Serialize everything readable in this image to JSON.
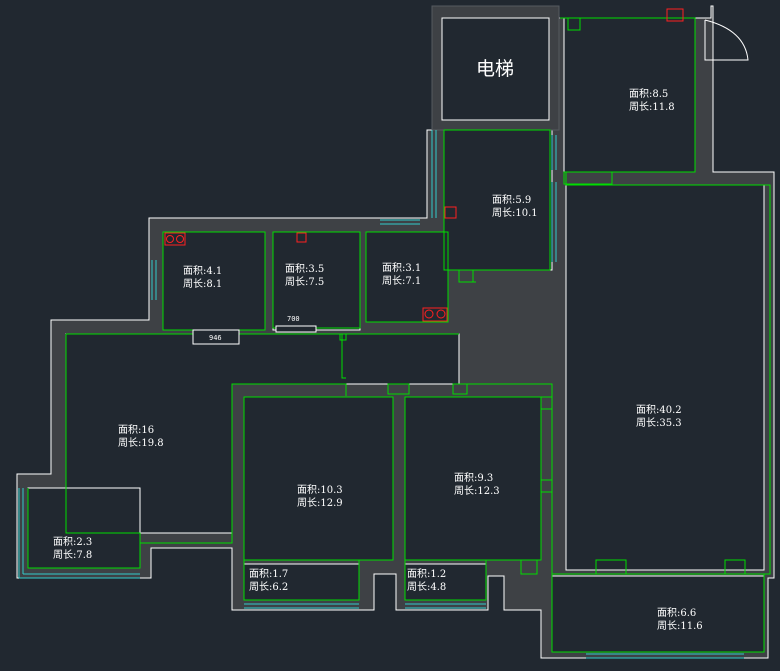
{
  "elevator_label": "电梯",
  "rooms": [
    {
      "id": "r1",
      "area": "面积:8.5",
      "perimeter": "周长:11.8"
    },
    {
      "id": "r2",
      "area": "面积:5.9",
      "perimeter": "周长:10.1"
    },
    {
      "id": "r3",
      "area": "面积:4.1",
      "perimeter": "周长:8.1"
    },
    {
      "id": "r4",
      "area": "面积:3.5",
      "perimeter": "周长:7.5"
    },
    {
      "id": "r5",
      "area": "面积:3.1",
      "perimeter": "周长:7.1"
    },
    {
      "id": "r6",
      "area": "面积:16",
      "perimeter": "周长:19.8"
    },
    {
      "id": "r7",
      "area": "面积:10.3",
      "perimeter": "周长:12.9"
    },
    {
      "id": "r8",
      "area": "面积:9.3",
      "perimeter": "周长:12.3"
    },
    {
      "id": "r9",
      "area": "面积:40.2",
      "perimeter": "周长:35.3"
    },
    {
      "id": "r10",
      "area": "面积:2.3",
      "perimeter": "周长:7.8"
    },
    {
      "id": "r11",
      "area": "面积:1.7",
      "perimeter": "周长:6.2"
    },
    {
      "id": "r12",
      "area": "面积:1.2",
      "perimeter": "周长:4.8"
    },
    {
      "id": "r13",
      "area": "面积:6.6",
      "perimeter": "周长:11.6"
    }
  ],
  "dimensions": {
    "door_700": "700",
    "door_946": "946"
  },
  "colors": {
    "background": "#212830",
    "wall_fill": "#3e4145",
    "wall_line": "#ffffff",
    "room_outline": "#00dd00",
    "window": "#33cccc",
    "fixture": "#ff2020"
  }
}
